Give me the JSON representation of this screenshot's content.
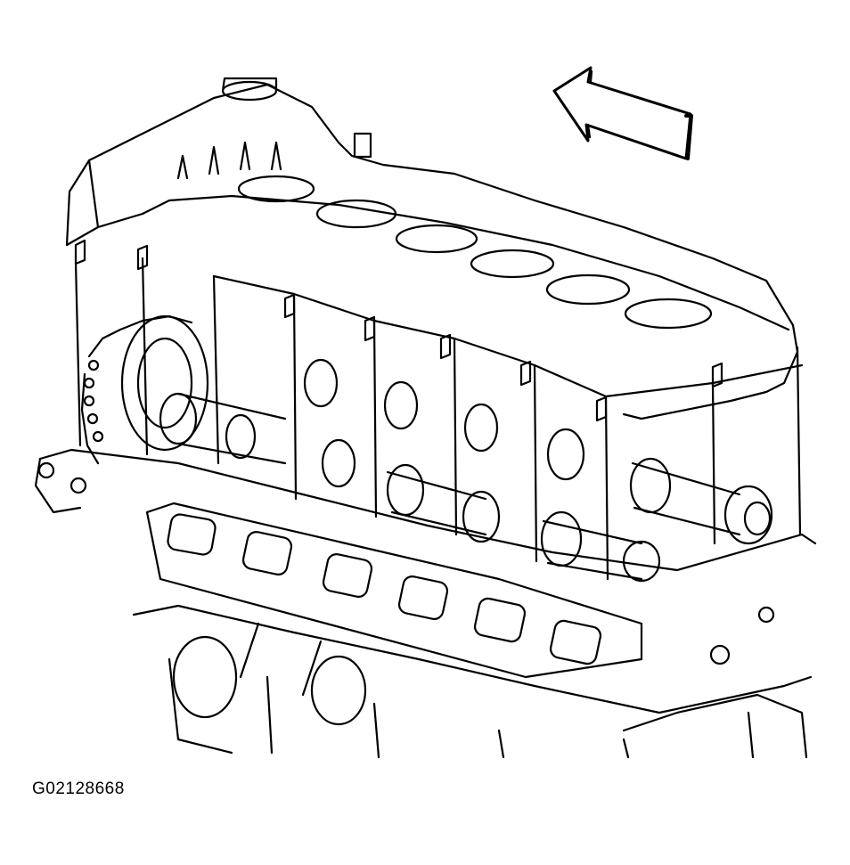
{
  "figure": {
    "id_label": "G02128668",
    "subject": "engine-cylinder-head-camshaft-illustration",
    "direction_arrow": "arrow-left-up",
    "line_color": "#000000",
    "background_color": "#ffffff"
  }
}
